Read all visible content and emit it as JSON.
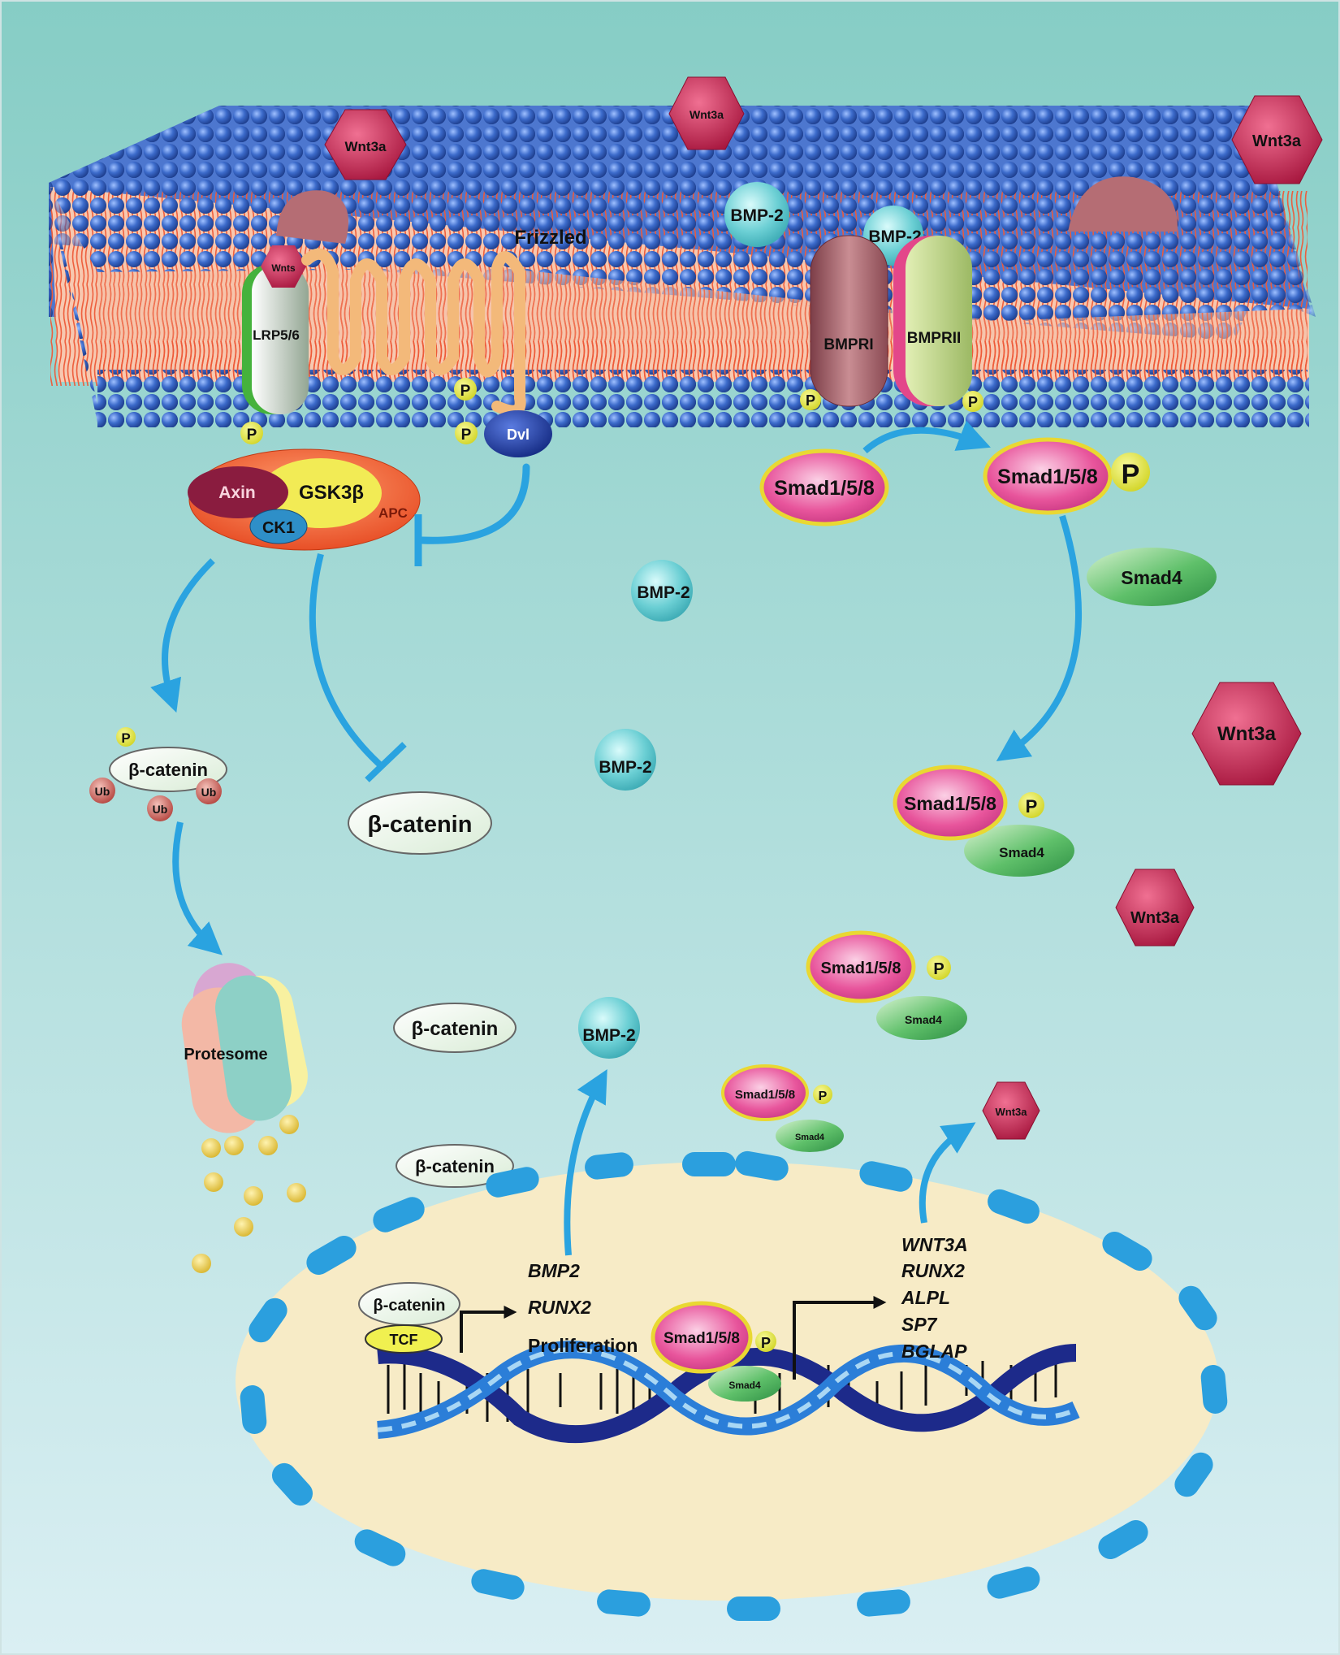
{
  "labels": {
    "wnt3a": "Wnt3a",
    "wnts": "Wnts",
    "frizzled": "Frizzled",
    "lrp": "LRP5/6",
    "p": "P",
    "dvl": "Dvl",
    "axin": "Axin",
    "gsk3b": "GSK3β",
    "ck1": "CK1",
    "apc": "APC",
    "bmp2": "BMP-2",
    "bmpr1": "BMPRI",
    "bmpr2": "BMPRII",
    "smad158": "Smad1/5/8",
    "smad4": "Smad4",
    "bcatenin": "β-catenin",
    "ub": "Ub",
    "proteasome": "Protesome",
    "tcf": "TCF",
    "proliferation": "Proliferation"
  },
  "genes_left": [
    "BMP2",
    "RUNX2"
  ],
  "genes_right": [
    "WNT3A",
    "RUNX2",
    "ALPL",
    "SP7",
    "BGLAP"
  ],
  "colors": {
    "background_top": "#86cdc5",
    "background_bottom": "#d9eef2",
    "membrane_head": "#3d6cc9",
    "lipid_tail": "#f2603f",
    "arrow": "#2aa3e0",
    "wnt3a": "#c1284f",
    "smad158": "#e9559a",
    "smad4": "#4fb35d",
    "bmp2": "#6fd0d6",
    "nucleus": "#f7ebc6",
    "nuclear_pore": "#2b9fde",
    "phospho": "#e8ea3f"
  }
}
